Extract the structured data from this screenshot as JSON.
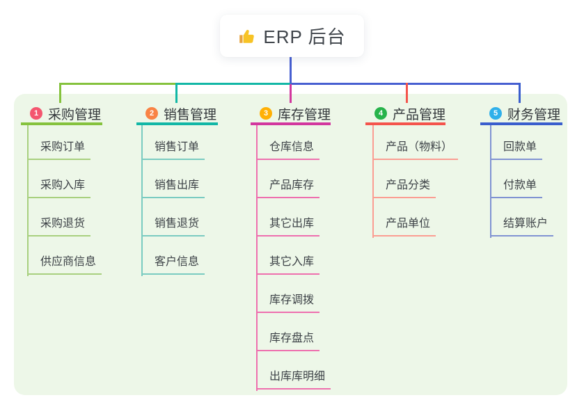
{
  "root": {
    "icon": "thumbs-up",
    "title": "ERP 后台"
  },
  "panel_bg": "#edf7e8",
  "connectors": {
    "root_line_color": "#475fd1"
  },
  "branches": [
    {
      "number": "1",
      "label": "采购管理",
      "color_main": "#85c23d",
      "color_light": "#a8d07e",
      "badge_color": "#f4566f",
      "children": [
        "采购订单",
        "采购入库",
        "采购退货",
        "供应商信息"
      ]
    },
    {
      "number": "2",
      "label": "销售管理",
      "color_main": "#12b7a6",
      "color_light": "#7acbc1",
      "badge_color": "#f98345",
      "children": [
        "销售订单",
        "销售出库",
        "销售退货",
        "客户信息"
      ]
    },
    {
      "number": "3",
      "label": "库存管理",
      "color_main": "#d2379e",
      "color_light": "#ee6fae",
      "badge_color": "#ffb005",
      "children": [
        "仓库信息",
        "产品库存",
        "其它出库",
        "其它入库",
        "库存调拨",
        "库存盘点",
        "出库库明细"
      ]
    },
    {
      "number": "4",
      "label": "产品管理",
      "color_main": "#f4544c",
      "color_light": "#fb9d92",
      "badge_color": "#27b34b",
      "children": [
        "产品（物料）",
        "产品分类",
        "产品单位"
      ]
    },
    {
      "number": "5",
      "label": "财务管理",
      "color_main": "#3a5ecd",
      "color_light": "#8093d2",
      "badge_color": "#2fb0ea",
      "children": [
        "回款单",
        "付款单",
        "结算账户"
      ]
    }
  ]
}
